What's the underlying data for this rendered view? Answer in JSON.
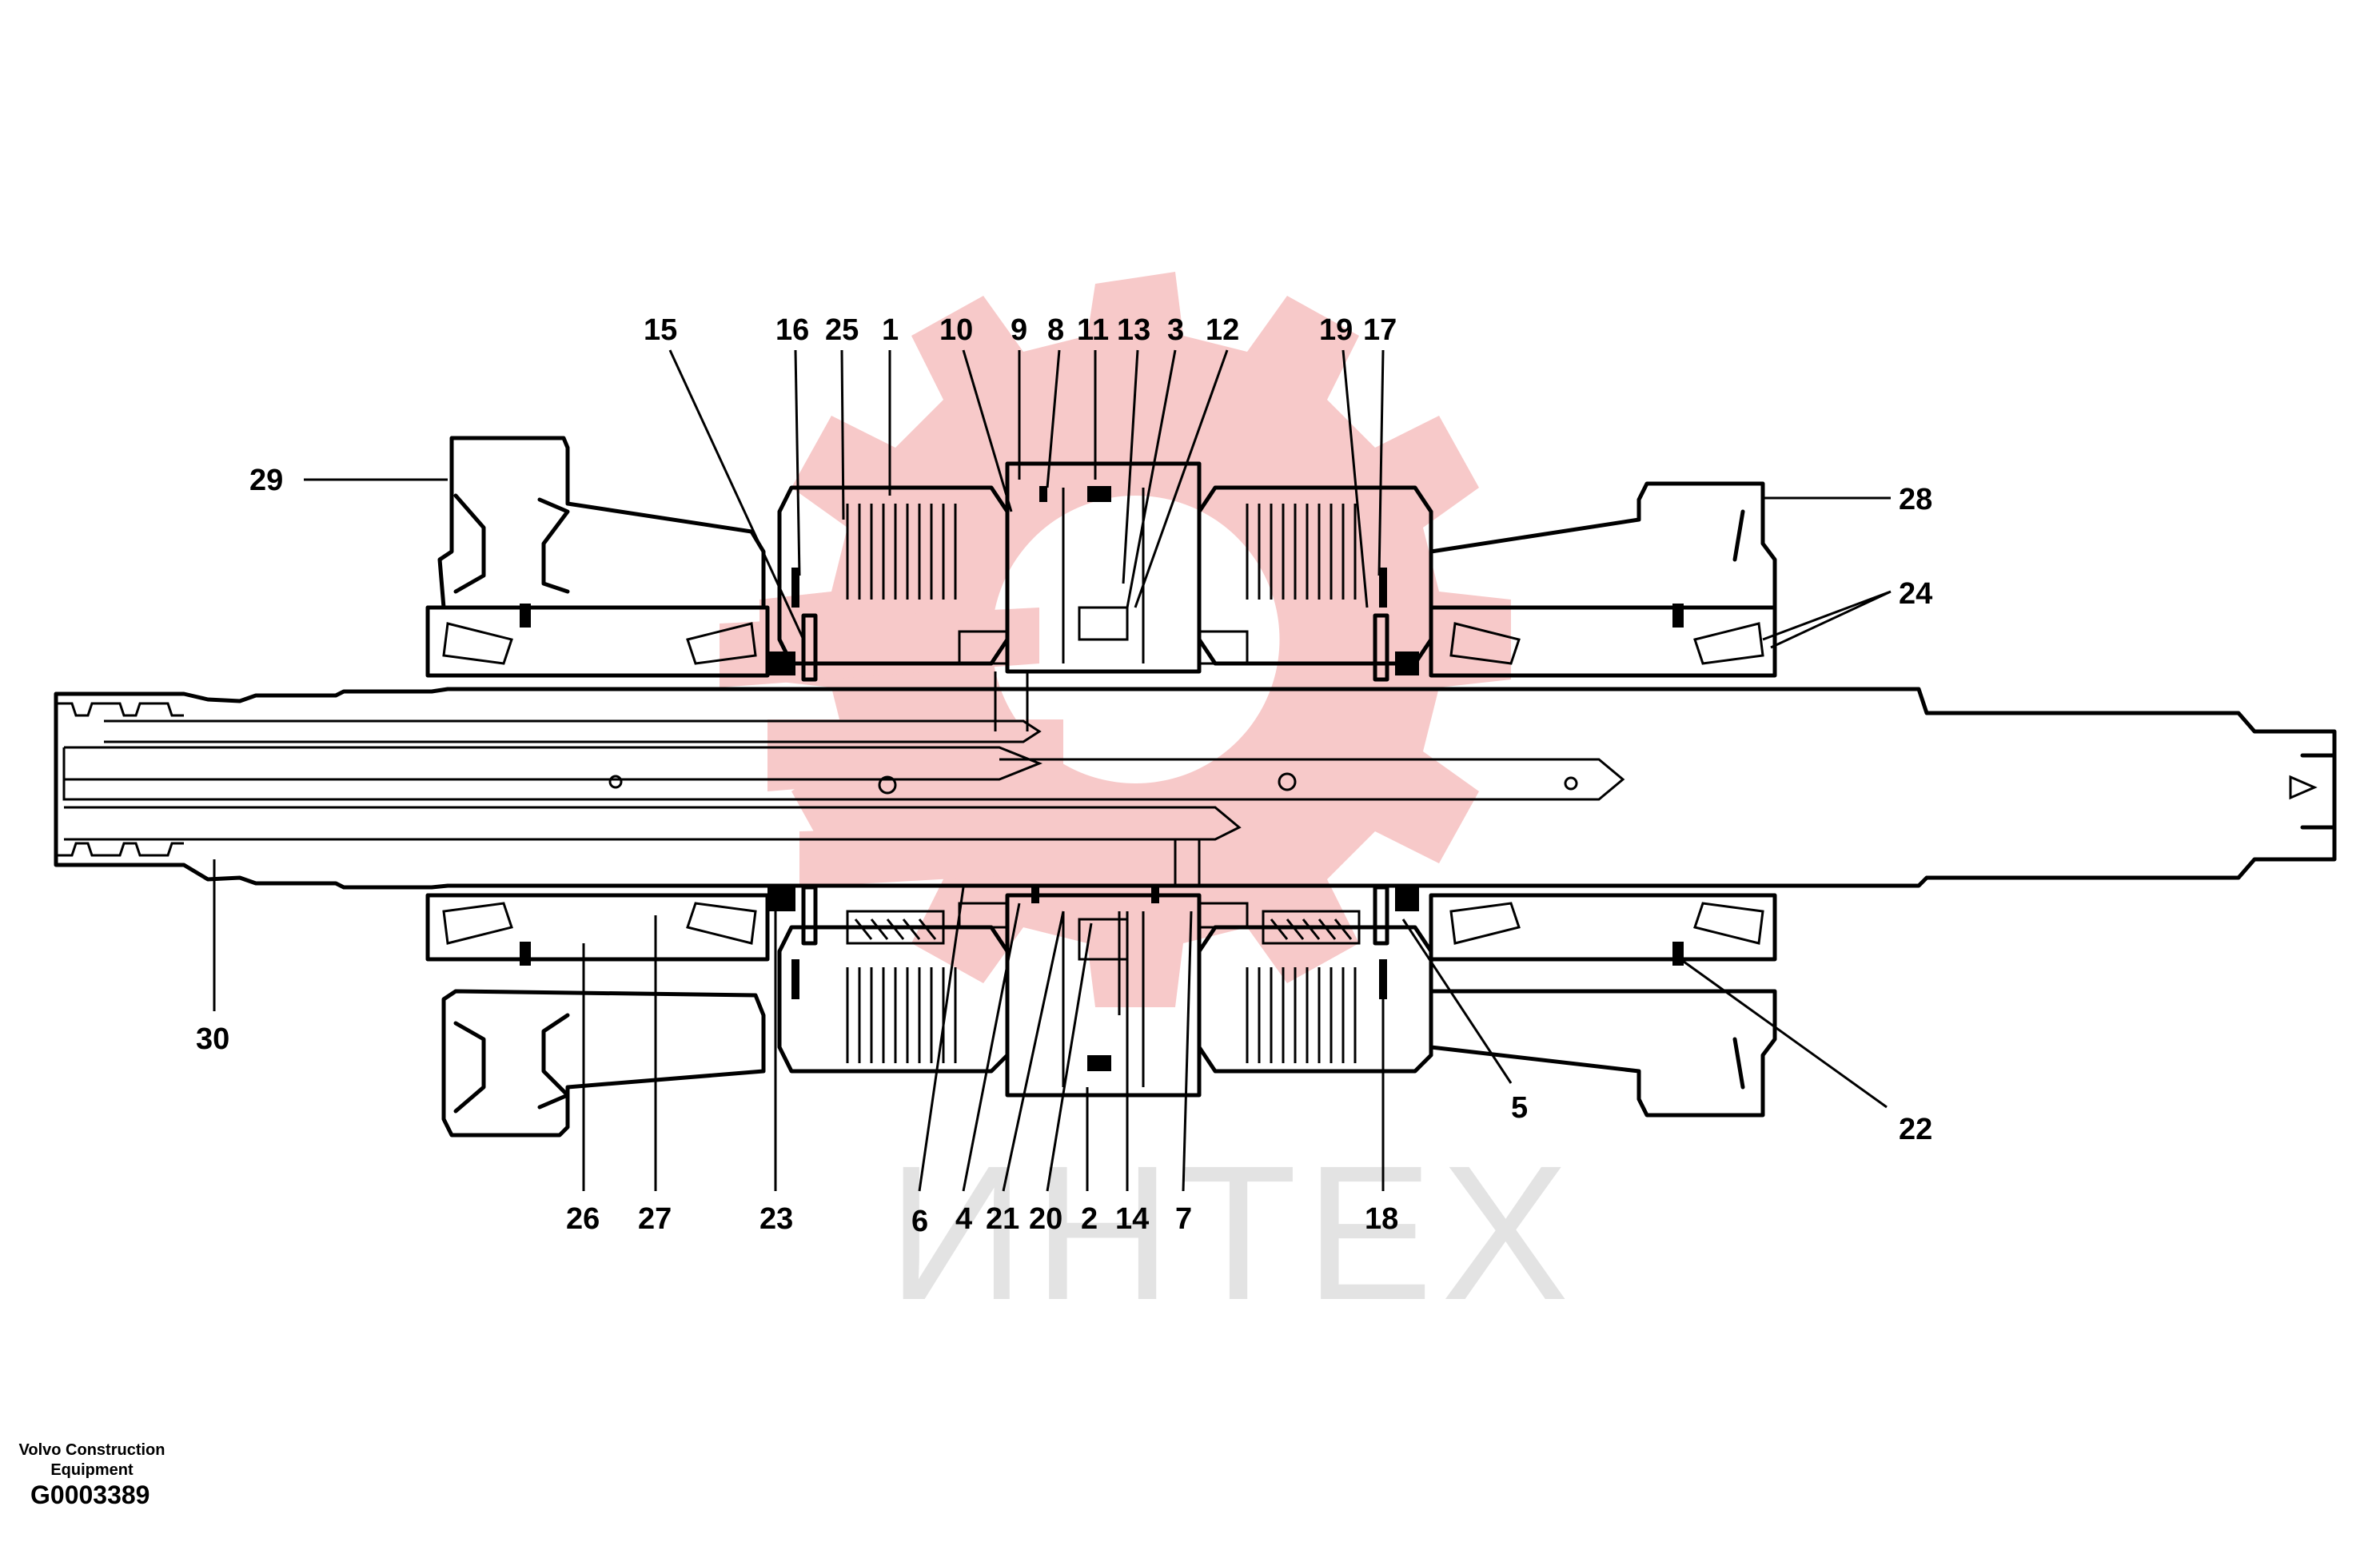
{
  "diagram": {
    "callouts": [
      "1",
      "2",
      "3",
      "4",
      "5",
      "6",
      "7",
      "8",
      "9",
      "10",
      "11",
      "12",
      "13",
      "14",
      "15",
      "16",
      "17",
      "18",
      "19",
      "20",
      "21",
      "22",
      "23",
      "24",
      "25",
      "26",
      "27",
      "28",
      "29",
      "30"
    ],
    "watermark": "ИНТЕХ"
  },
  "footer": {
    "company_line1": "Volvo Construction",
    "company_line2": "Equipment",
    "code": "G0003389"
  },
  "colors": {
    "line": "#000000",
    "watermark_gear": "#f7c9c9",
    "watermark_text": "#e3e3e3"
  }
}
